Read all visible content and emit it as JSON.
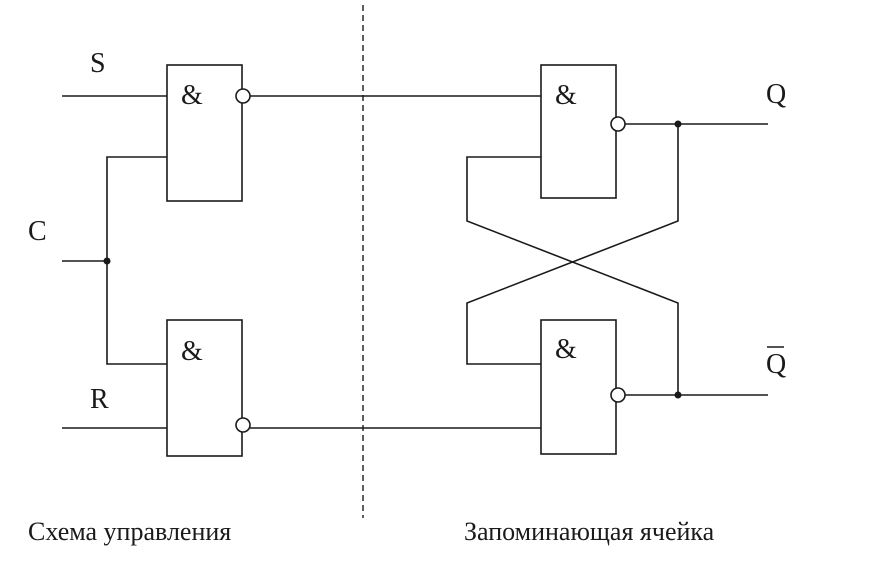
{
  "diagram": {
    "inputs": {
      "s": "S",
      "c": "C",
      "r": "R"
    },
    "outputs": {
      "q": "Q",
      "q_bar": "Q"
    },
    "gate_symbol": "&",
    "captions": {
      "left": "Схема управления",
      "right": "Запоминающая ячейка"
    }
  }
}
